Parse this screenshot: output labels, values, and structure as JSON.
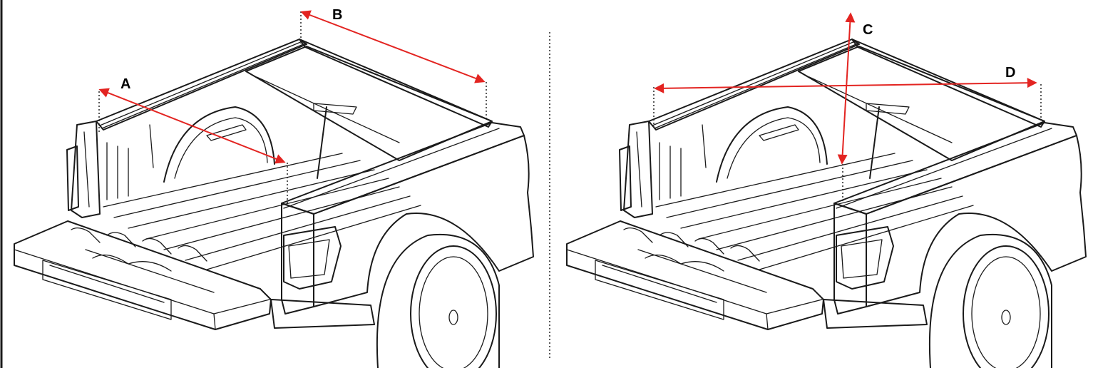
{
  "labels": {
    "a": "A",
    "b": "B",
    "c": "C",
    "d": "D"
  },
  "colors": {
    "arrow": "#e32421",
    "line": "#1a1a1a",
    "background": "#ffffff"
  }
}
